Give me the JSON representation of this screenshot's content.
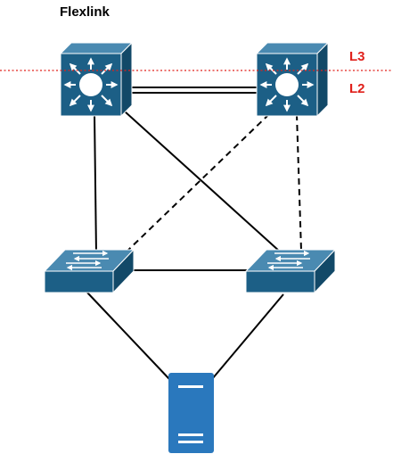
{
  "title": "Flexlink",
  "layers": {
    "upper": "L3",
    "lower": "L2"
  },
  "colors": {
    "device_front": "#1c5f86",
    "device_top": "#4a8ab1",
    "device_side": "#124968",
    "server": "#2a78bd",
    "boundary": "#e0201b",
    "link": "#000000"
  },
  "devices": [
    {
      "name": "core-switch-left",
      "type": "layer3-switch"
    },
    {
      "name": "core-switch-right",
      "type": "layer3-switch"
    },
    {
      "name": "access-switch-left",
      "type": "layer2-switch"
    },
    {
      "name": "access-switch-right",
      "type": "layer2-switch"
    },
    {
      "name": "server",
      "type": "server"
    }
  ],
  "links": [
    {
      "from": "core-switch-left",
      "to": "core-switch-right",
      "style": "double"
    },
    {
      "from": "core-switch-left",
      "to": "access-switch-left",
      "style": "solid"
    },
    {
      "from": "core-switch-left",
      "to": "access-switch-right",
      "style": "solid"
    },
    {
      "from": "core-switch-right",
      "to": "access-switch-left",
      "style": "dashed"
    },
    {
      "from": "core-switch-right",
      "to": "access-switch-right",
      "style": "dashed"
    },
    {
      "from": "access-switch-left",
      "to": "access-switch-right",
      "style": "solid"
    },
    {
      "from": "access-switch-left",
      "to": "server",
      "style": "solid"
    },
    {
      "from": "access-switch-right",
      "to": "server",
      "style": "solid"
    }
  ]
}
